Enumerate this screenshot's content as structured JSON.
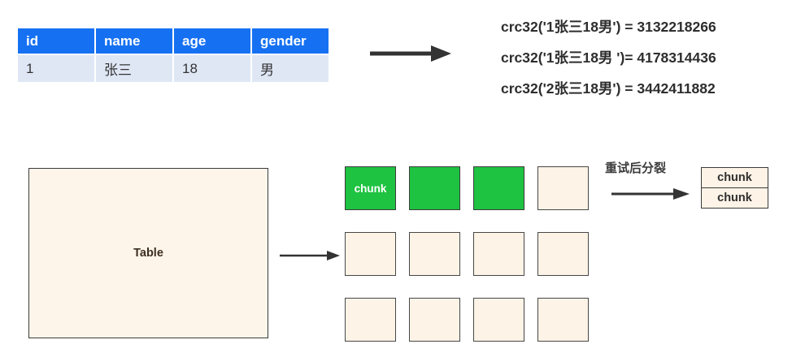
{
  "top": {
    "table": {
      "headers": [
        "id",
        "name",
        "age",
        "gender"
      ],
      "rows": [
        [
          "1",
          "张三",
          "18",
          "男"
        ]
      ]
    },
    "crc_lines": [
      "crc32('1张三18男') = 3132218266",
      "crc32('1张三18男 ')= 4178314436",
      "crc32('2张三18男') = 3442411882"
    ]
  },
  "bottom": {
    "table_box_label": "Table",
    "chunk_grid": {
      "states": [
        [
          "green",
          "green",
          "green",
          "empty"
        ],
        [
          "empty",
          "empty",
          "empty",
          "empty"
        ],
        [
          "empty",
          "empty",
          "empty",
          "empty"
        ]
      ],
      "labels": [
        [
          "chunk",
          "",
          "",
          ""
        ],
        [
          "",
          "",
          "",
          ""
        ],
        [
          "",
          "",
          "",
          ""
        ]
      ]
    },
    "split_label": "重试后分裂",
    "split_chunks": [
      "chunk",
      "chunk"
    ]
  },
  "colors": {
    "table_header_blue": "#1671f2",
    "table_row_blue": "#dfe7f5",
    "chunk_green": "#1ec341",
    "chunk_beige": "#fdf3e6",
    "table_box_cream": "#fdf5ea",
    "border_dark": "#3b3b3b",
    "arrow_dark": "#333333"
  }
}
